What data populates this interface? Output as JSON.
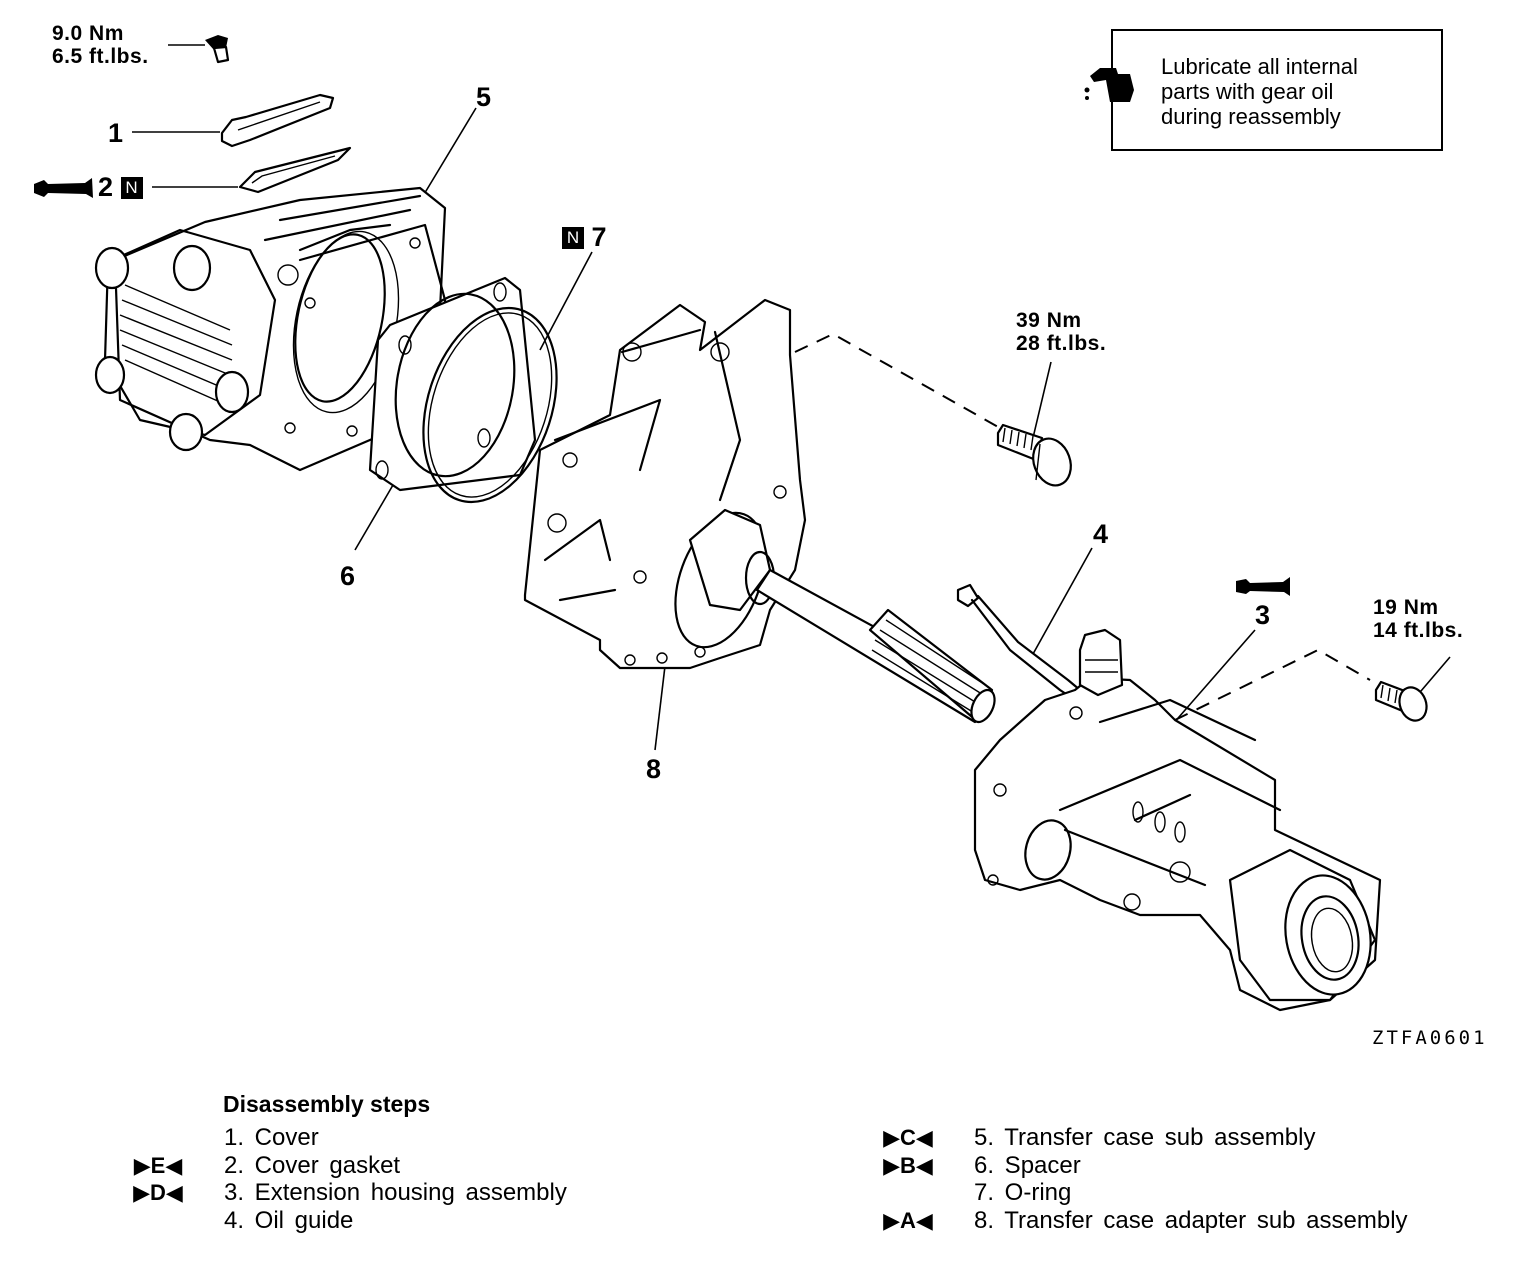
{
  "torque_specs": [
    {
      "id": "cover-bolts",
      "nm": "9.0 Nm",
      "ftlbs": "6.5 ft.lbs."
    },
    {
      "id": "adapter-bolts",
      "nm": "39 Nm",
      "ftlbs": "28 ft.lbs."
    },
    {
      "id": "extension-bolts",
      "nm": "19 Nm",
      "ftlbs": "14 ft.lbs."
    }
  ],
  "note": {
    "icon": "oil-can-icon",
    "text_lines": [
      "Lubricate all internal",
      "parts with gear oil",
      "during reassembly"
    ]
  },
  "callouts": {
    "c1": "1",
    "c2": "2",
    "c2_badge": "N",
    "c3": "3",
    "c4": "4",
    "c5": "5",
    "c6": "6",
    "c7": "7",
    "c7_badge": "N",
    "c8": "8"
  },
  "sealant_icons": [
    "sealant-tube-icon (part 2)",
    "sealant-tube-icon (part 3)"
  ],
  "figure_id": "ZTFA0601",
  "steps": {
    "title": "Disassembly steps",
    "items": [
      {
        "marker": "▶E◀",
        "label": "2. Cover gasket"
      },
      {
        "marker": "",
        "label": "1. Cover"
      },
      {
        "marker": "▶D◀",
        "label": "3. Extension housing assembly"
      },
      {
        "marker": "",
        "label": "4. Oil guide"
      },
      {
        "marker": "▶C◀",
        "label": "5. Transfer case sub assembly"
      },
      {
        "marker": "▶B◀",
        "label": "6. Spacer"
      },
      {
        "marker": "",
        "label": "7. O-ring"
      },
      {
        "marker": "▶A◀",
        "label": "8. Transfer case adapter sub assembly"
      }
    ],
    "left_column": [
      {
        "marker": "",
        "label": "1. Cover"
      },
      {
        "marker": "▶E◀",
        "label": "2. Cover gasket"
      },
      {
        "marker": "▶D◀",
        "label": "3. Extension housing assembly"
      },
      {
        "marker": "",
        "label": "4. Oil guide"
      }
    ],
    "right_column": [
      {
        "marker": "▶C◀",
        "label": "5. Transfer case sub assembly"
      },
      {
        "marker": "▶B◀",
        "label": "6. Spacer"
      },
      {
        "marker": "",
        "label": "7. O-ring"
      },
      {
        "marker": "▶A◀",
        "label": "8. Transfer case adapter sub assembly"
      }
    ]
  }
}
